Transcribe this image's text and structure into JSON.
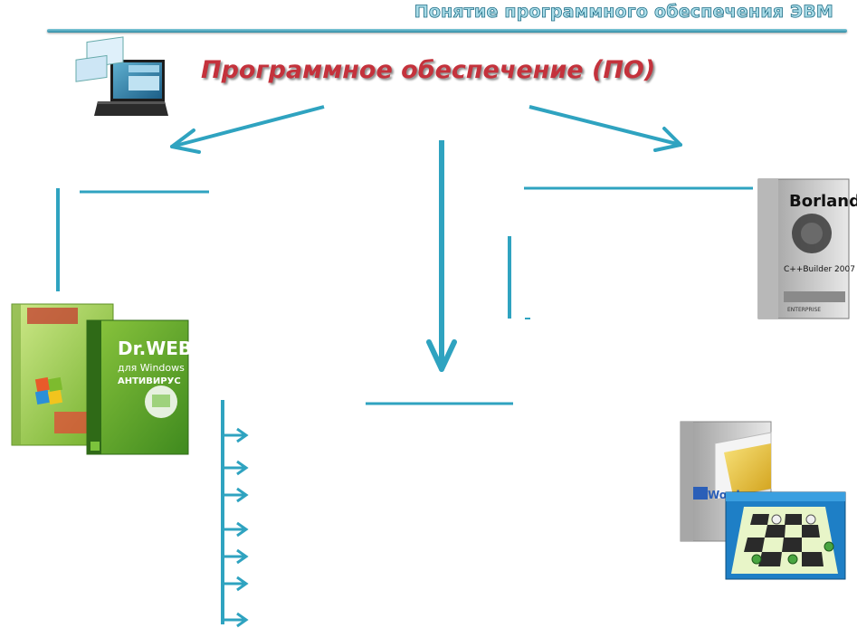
{
  "slide": {
    "header_title": "Понятие программного обеспечения ЭВМ",
    "main_title": "Программное обеспечение (ПО)"
  },
  "images": {
    "laptop": "laptop-with-screens",
    "windows_box": "windows-product-box",
    "drweb_box": {
      "brand": "Dr.WEB",
      "line1": "для Windows",
      "line2": "АНТИВИРУС"
    },
    "borland_box": {
      "brand": "Borland",
      "product": "C++Builder 2007",
      "edition": "ENTERPRISE"
    },
    "office_box": {
      "product": "Word"
    },
    "checkers_game": "checkers-board-screenshot"
  },
  "colors": {
    "accent": "#2fa3c0",
    "title_red": "#c4323c",
    "header_fill": "#a9dce8",
    "header_stroke": "#1f6d86"
  }
}
